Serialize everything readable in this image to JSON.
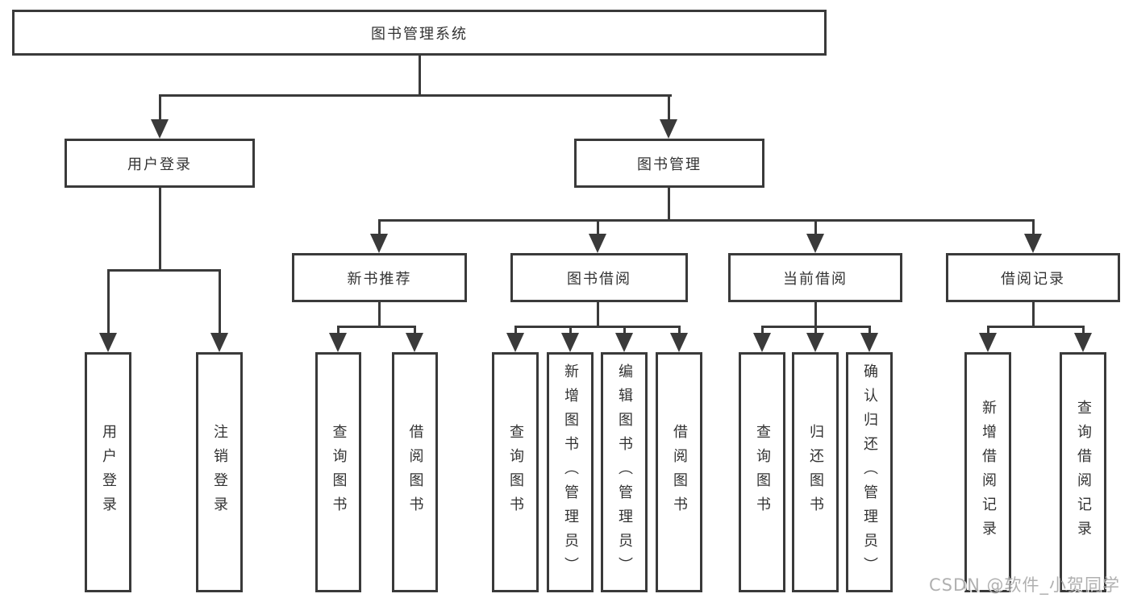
{
  "colors": {
    "line": "#3a3a3a",
    "box_border": "#3a3a3a",
    "text": "#333333",
    "watermark_text": "#a8a8a8",
    "background": "#ffffff"
  },
  "diagram": {
    "root": {
      "label": "图书管理系统"
    },
    "login": {
      "label": "用户登录",
      "children": [
        {
          "label": "用户登录"
        },
        {
          "label": "注销登录"
        }
      ]
    },
    "management": {
      "label": "图书管理",
      "sections": [
        {
          "label": "新书推荐",
          "children": [
            {
              "label": "查询图书"
            },
            {
              "label": "借阅图书"
            }
          ]
        },
        {
          "label": "图书借阅",
          "children": [
            {
              "label": "查询图书"
            },
            {
              "label": "新增图书（管理员）"
            },
            {
              "label": "编辑图书（管理员）"
            },
            {
              "label": "借阅图书"
            }
          ]
        },
        {
          "label": "当前借阅",
          "children": [
            {
              "label": "查询图书"
            },
            {
              "label": "归还图书"
            },
            {
              "label": "确认归还（管理员）"
            }
          ]
        },
        {
          "label": "借阅记录",
          "children": [
            {
              "label": "新增借阅记录"
            },
            {
              "label": "查询借阅记录"
            }
          ]
        }
      ]
    }
  },
  "watermark": {
    "text": "CSDN @软件_小贺同学"
  }
}
